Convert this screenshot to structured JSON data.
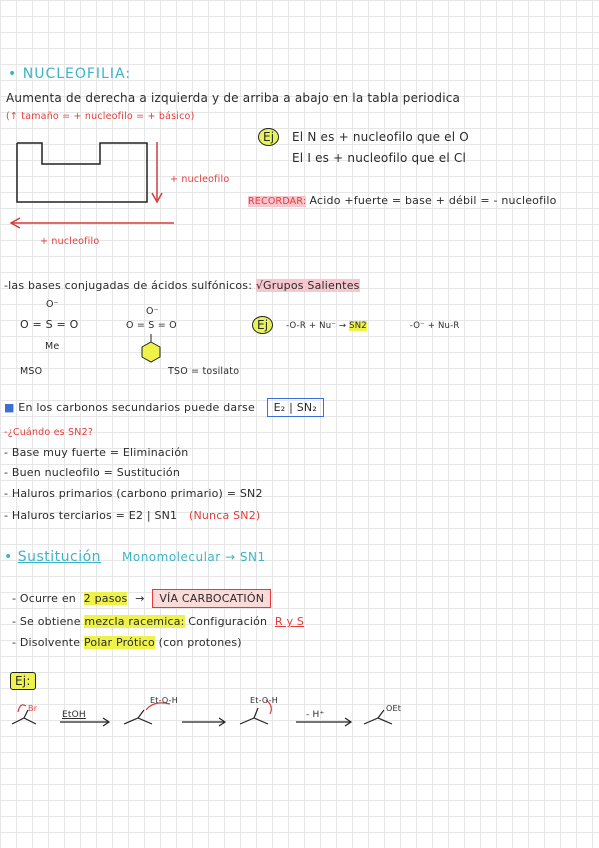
{
  "nucleofilia": {
    "title": "NUCLEOFILIA:",
    "line1": "Aumenta de derecha a izquierda y de arriba a abajo en la tabla periodica",
    "line2": "(↑ tamaño = + nucleofilo = + básico)",
    "arrow_right_label": "+ nucleofilo",
    "arrow_down_label": "+ nucleofilo",
    "example_badge": "Ej",
    "ex1": "El  N es + nucleofilo que el O",
    "ex2": "El  I es + nucleofilo que el Cl",
    "recordar_label": "RECORDAR:",
    "recordar_text": "Acido +fuerte = base + débil = - nucleofilo"
  },
  "sulfonicos": {
    "line": "-las bases conjugadas de ácidos sulfónicos:",
    "highlight": "√Grupos Salientes",
    "mso_top": "O⁻",
    "mso_mid": "O = S = O",
    "mso_sub": "Me",
    "mso_label": "MSO",
    "tso_top": "O⁻",
    "tso_mid": "O = S = O",
    "tso_label": "TSO = tosilato",
    "example_badge": "Ej",
    "reaction": "-O-R + Nu⁻  →",
    "reagent": "SN2",
    "product": "-O⁻  +  Nu-R"
  },
  "secundarios": {
    "line": "En los carbonos secundarios puede darse",
    "box": "E₂ | SN₂",
    "question": "-¿Cuándo es SN2?",
    "b1": "- Base muy fuerte = Eliminación",
    "b2": "- Buen nucleofilo = Sustitución",
    "b3": "- Haluros primarios (carbono primario) = SN2",
    "b4": "- Haluros terciarios = E2 | SN1",
    "b4_note": "(Nunca SN2)"
  },
  "sn1": {
    "title": "Sustitución",
    "subtitle": "Monomolecular → SN1",
    "p1": "- Ocurre en",
    "p1_hl": "2 pasos",
    "p1_arrow": "→",
    "p1_box": "VÍA CARBOCATIÓN",
    "p2_pre": "- Se obtiene",
    "p2_hl": "mezcla racemica:",
    "p2_post": "Configuración",
    "p2_rs": "R y S",
    "p3_pre": "- Disolvente",
    "p3_hl": "Polar Prótico",
    "p3_post": "(con protones)"
  },
  "mechanism": {
    "badge": "Ej:",
    "br": "Br",
    "reagent": "EtOH",
    "intermediate": "Et-O-H",
    "protonated": "Et-O-H",
    "deprot": "- H⁺",
    "product": "OEt"
  }
}
